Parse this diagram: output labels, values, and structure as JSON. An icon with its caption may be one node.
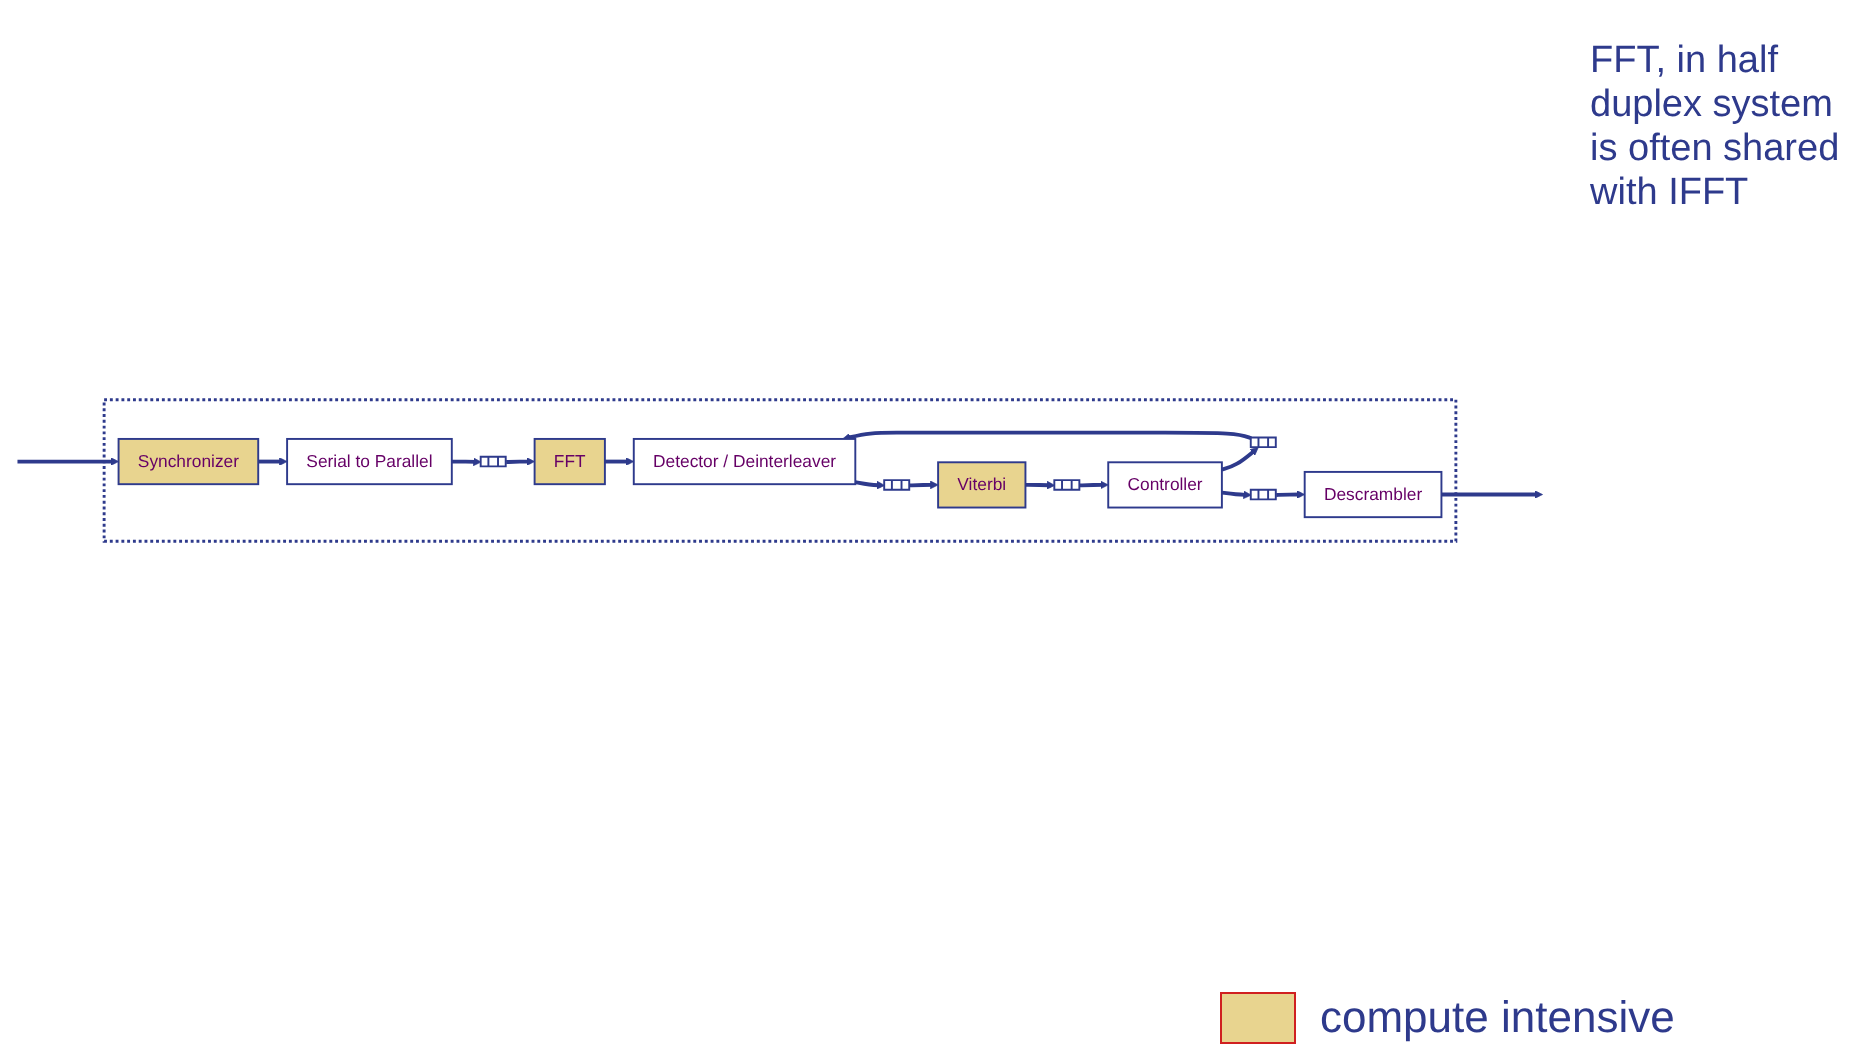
{
  "diagram": {
    "nodes": [
      {
        "text": [],
        "shape": "box"
      },
      {
        "text": [
          "Synchronizer"
        ],
        "in": 0
      },
      {
        "text": [
          "Serial to Parallel"
        ],
        "in": 0
      },
      {
        "text": [],
        "shape": "box",
        "in": 0
      },
      {
        "text": [
          "FFT"
        ],
        "in": 0
      },
      {
        "text": [],
        "shape": "box",
        "in": 0
      },
      {
        "text": [
          "Detector / Deinterleaver"
        ],
        "in": 0
      },
      {
        "text": [],
        "shape": "box",
        "in": 0
      },
      {
        "text": [
          "Viterbi"
        ],
        "in": 0
      },
      {
        "text": [],
        "shape": "box",
        "in": 0
      },
      {
        "text": [
          "Controller"
        ],
        "in": 0
      },
      {
        "text": [],
        "shape": "box",
        "in": 0
      },
      {
        "text": [
          "Descrambler"
        ],
        "in": 0
      }
    ],
    "edges": [
      {
        "from": null,
        "to": 1,
        "arrow": "to"
      },
      {
        "from": 1,
        "to": 2,
        "arrow": "to"
      },
      {
        "from": 2,
        "to": 3,
        "arrow": "to"
      },
      {
        "from": 3,
        "to": 4,
        "arrow": "to"
      },
      {
        "from": 4,
        "to": 6,
        "arrow": "to"
      },
      {
        "from": 10,
        "to": 5,
        "arrow": "to"
      },
      {
        "from": 5,
        "to": 6,
        "arrow": "to"
      },
      {
        "from": 6,
        "to": 7,
        "arrow": "to"
      },
      {
        "from": 7,
        "to": 8,
        "arrow": "to"
      },
      {
        "from": 8,
        "to": 9,
        "arrow": "to"
      },
      {
        "from": 9,
        "to": 10,
        "arrow": "to"
      },
      {
        "from": 10,
        "to": 11,
        "arrow": "to"
      },
      {
        "from": 11,
        "to": 12,
        "arrow": "to"
      },
      {
        "from": 12,
        "to": null,
        "arrow": "to"
      }
    ],
    "labels": [
      "FFT, in half duplex system is often shared with IFFT"
    ],
    "legend": [
      {
        "text": "compute intensive",
        "color": "#e8d48f"
      }
    ]
  }
}
